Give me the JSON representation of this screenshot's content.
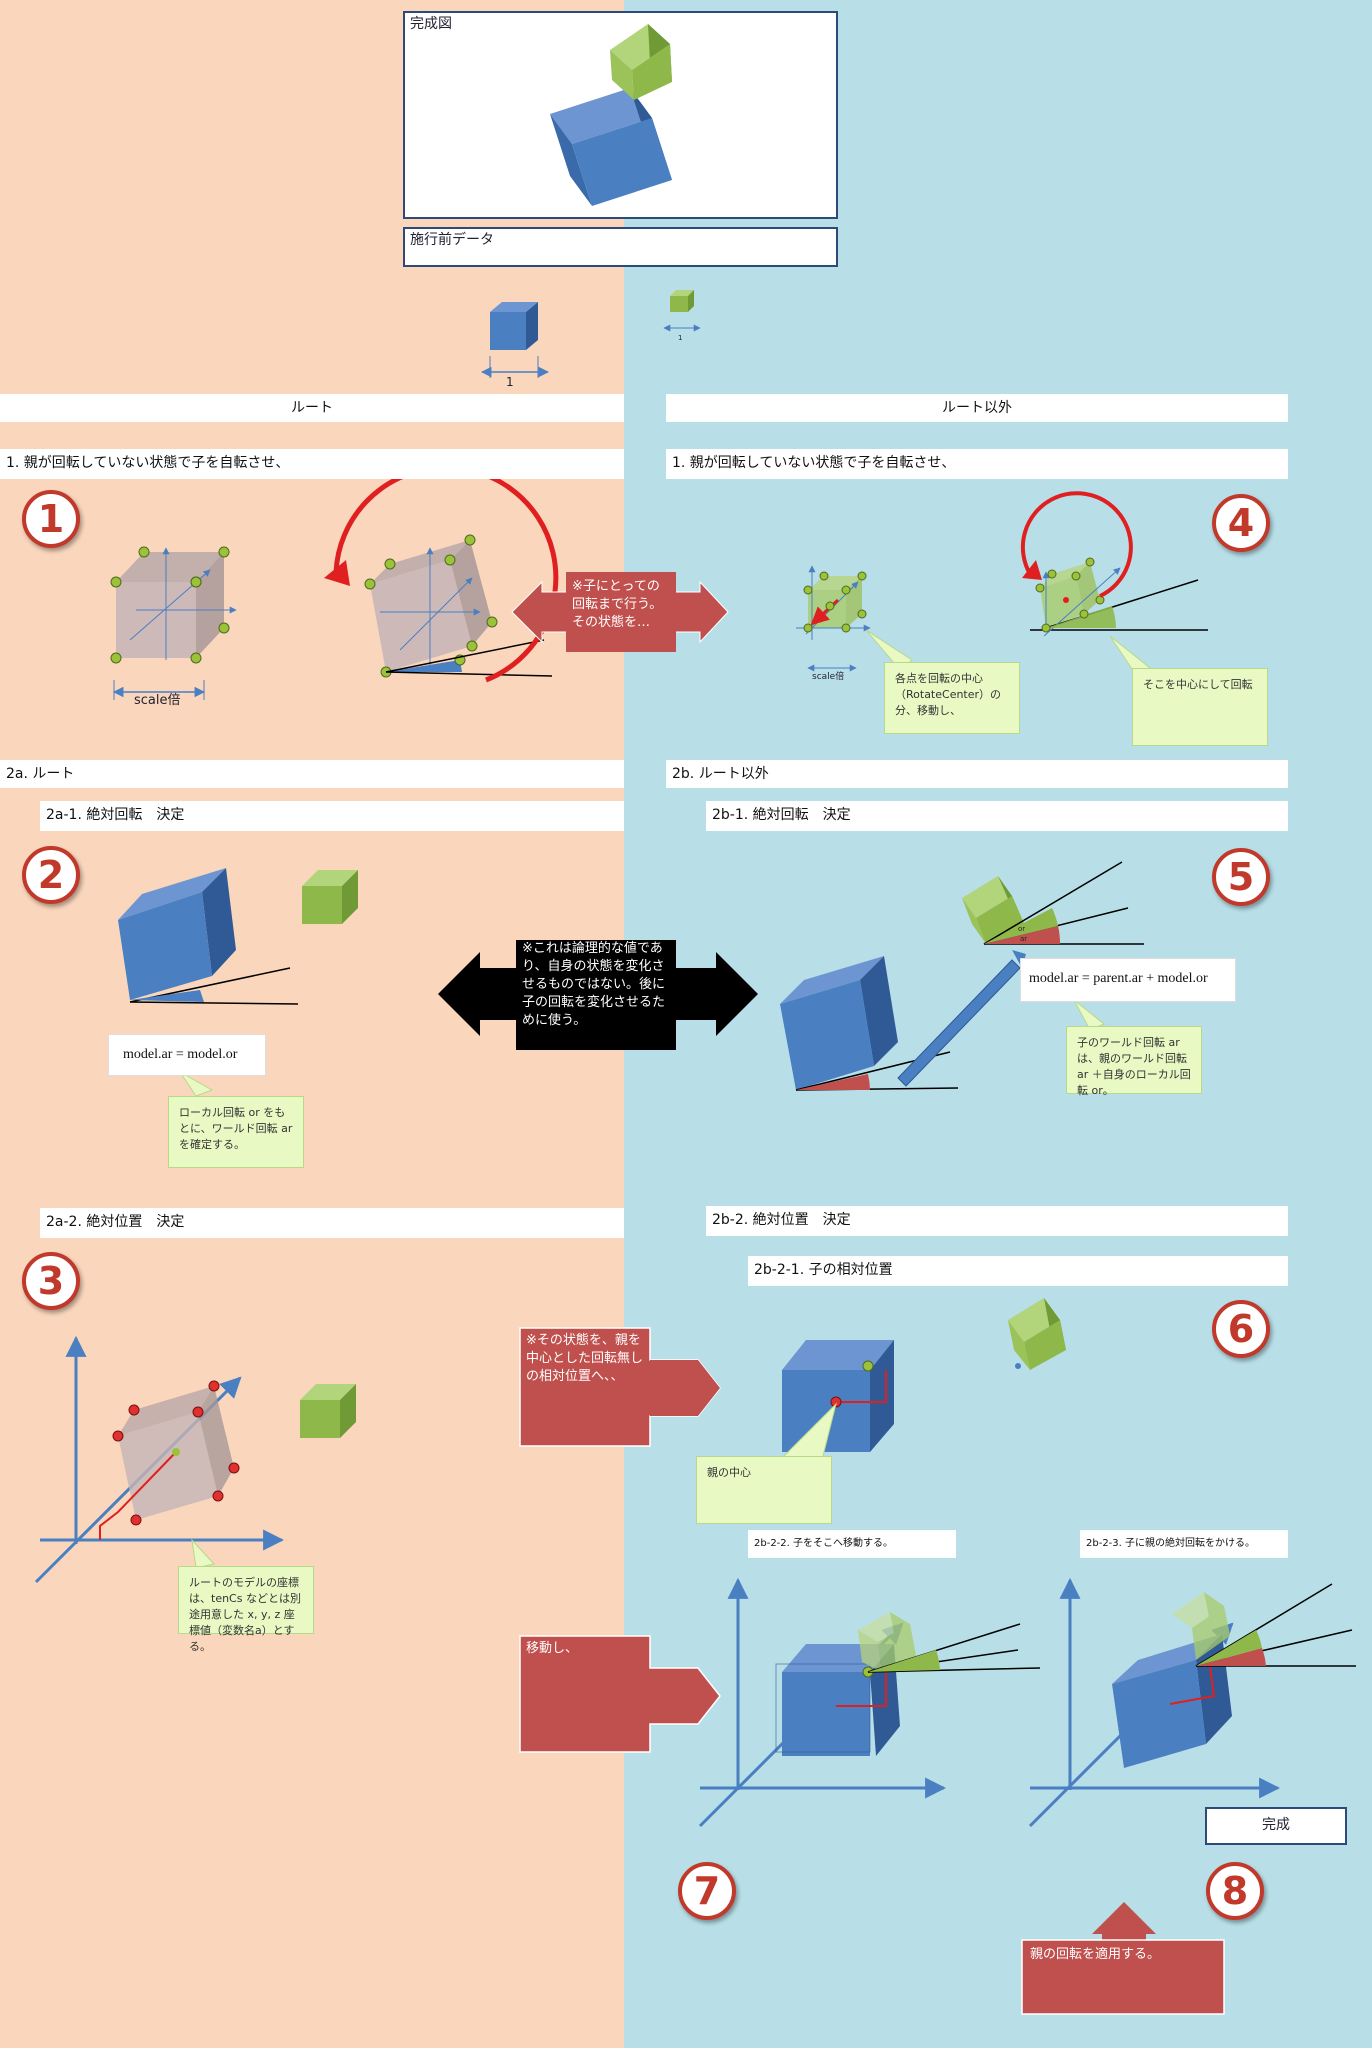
{
  "top": {
    "completed_label": "完成図",
    "pre_data_label": "施行前データ",
    "dim_label": "1",
    "dim_label_small": "1"
  },
  "columns": {
    "root": "ルート",
    "non_root": "ルート以外"
  },
  "step1": {
    "left_title": "1. 親が回転していない状態で子を自転させ、",
    "right_title": "1. 親が回転していない状態で子を自転させ、",
    "scale_label": "scale倍",
    "scale_label_small": "scale倍",
    "center_arrow_text": "※子にとっての回転まで行う。その状態を…",
    "note_move": "各点を回転の中心（RotateCenter）の分、移動し、",
    "note_rotate": "そこを中心にして回転"
  },
  "step2": {
    "left_title": "2a. ルート",
    "right_title": "2b. ルート以外",
    "left_sub": "2a-1. 絶対回転　決定",
    "right_sub": "2b-1. 絶対回転　決定",
    "left_formula": "model.ar = model.or",
    "right_formula": "model.ar = parent.ar + model.or",
    "left_note": "ローカル回転 or をもとに、ワールド回転 ar を確定する。",
    "right_note": "子のワールド回転 ar は、親のワールド回転 ar ＋自身のローカル回転 or。",
    "center_arrow_text": "※これは論理的な値であり、自身の状態を変化させるものではない。後に子の回転を変化させるために使う。",
    "angle_or": "or",
    "angle_ar": "ar"
  },
  "step3": {
    "left_sub": "2a-2. 絶対位置　決定",
    "right_sub": "2b-2. 絶対位置　決定",
    "right_subsub": "2b-2-1. 子の相対位置",
    "left_note": "ルートのモデルの座標は、tenCs などとは別途用意した x, y, z 座標値（変数名a）とする。",
    "arrow_text": "※その状態を、親を中心とした回転無しの相対位置へ、、",
    "parent_center_note": "親の中心",
    "step_move": "2b-2-2. 子をそこへ移動する。",
    "step_apply": "2b-2-3. 子に親の絶対回転をかける。",
    "arrow_move": "移動し、",
    "done": "完成",
    "apply_parent": "親の回転を適用する。"
  },
  "badges": [
    "1",
    "2",
    "3",
    "4",
    "5",
    "6",
    "7",
    "8"
  ],
  "colors": {
    "left_bg": "#fad6bc",
    "right_bg": "#b8dfe8",
    "blue_cube": "#4a7fc1",
    "green_cube": "#8fb84a",
    "red_arrow": "#c0504d",
    "badge": "#c0392b"
  }
}
